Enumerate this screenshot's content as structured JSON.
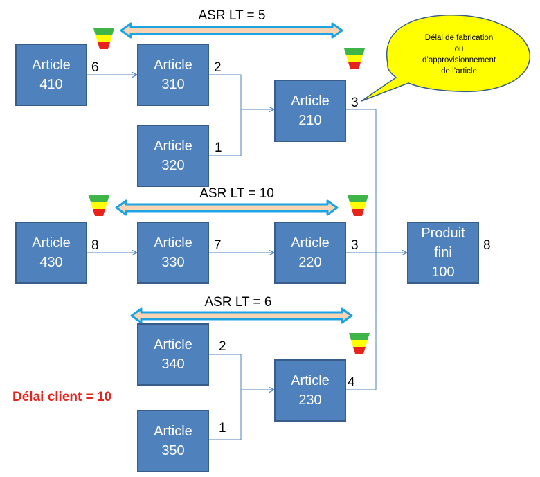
{
  "articles": {
    "a410": {
      "label": "Article",
      "id": "410",
      "lead_time": "6"
    },
    "a310": {
      "label": "Article",
      "id": "310",
      "lead_time": "2"
    },
    "a320": {
      "label": "Article",
      "id": "320",
      "lead_time": "1"
    },
    "a210": {
      "label": "Article",
      "id": "210",
      "lead_time": "3"
    },
    "a430": {
      "label": "Article",
      "id": "430",
      "lead_time": "8"
    },
    "a330": {
      "label": "Article",
      "id": "330",
      "lead_time": "7"
    },
    "a220": {
      "label": "Article",
      "id": "220",
      "lead_time": "3"
    },
    "a340": {
      "label": "Article",
      "id": "340",
      "lead_time": "2"
    },
    "a350": {
      "label": "Article",
      "id": "350",
      "lead_time": "1"
    },
    "a230": {
      "label": "Article",
      "id": "230",
      "lead_time": "4"
    }
  },
  "final_product": {
    "line1": "Produit",
    "line2": "fini",
    "id": "100",
    "lead_time": "8"
  },
  "asr_lt": {
    "top": "ASR LT = 5",
    "middle": "ASR LT = 10",
    "bottom": "ASR LT = 6"
  },
  "callout": {
    "line1": "Délai de fabrication",
    "line2": "ou",
    "line3": "d’approvisionnement",
    "line4": "de l’article"
  },
  "client_delay": "Délai client = 10",
  "colors": {
    "box_fill": "#4f81bd",
    "box_border": "#385d8a",
    "arrow_fill": "#fbd4b4",
    "arrow_stroke": "#1ca3e0",
    "callout_fill": "#ffff00",
    "callout_stroke": "#385d8a",
    "buffer_green": "#3fb548",
    "buffer_yellow": "#ffff00",
    "buffer_red": "#e8231c",
    "client_text": "#e8231c"
  },
  "buffer_icon": "buffer-funnel-icon"
}
